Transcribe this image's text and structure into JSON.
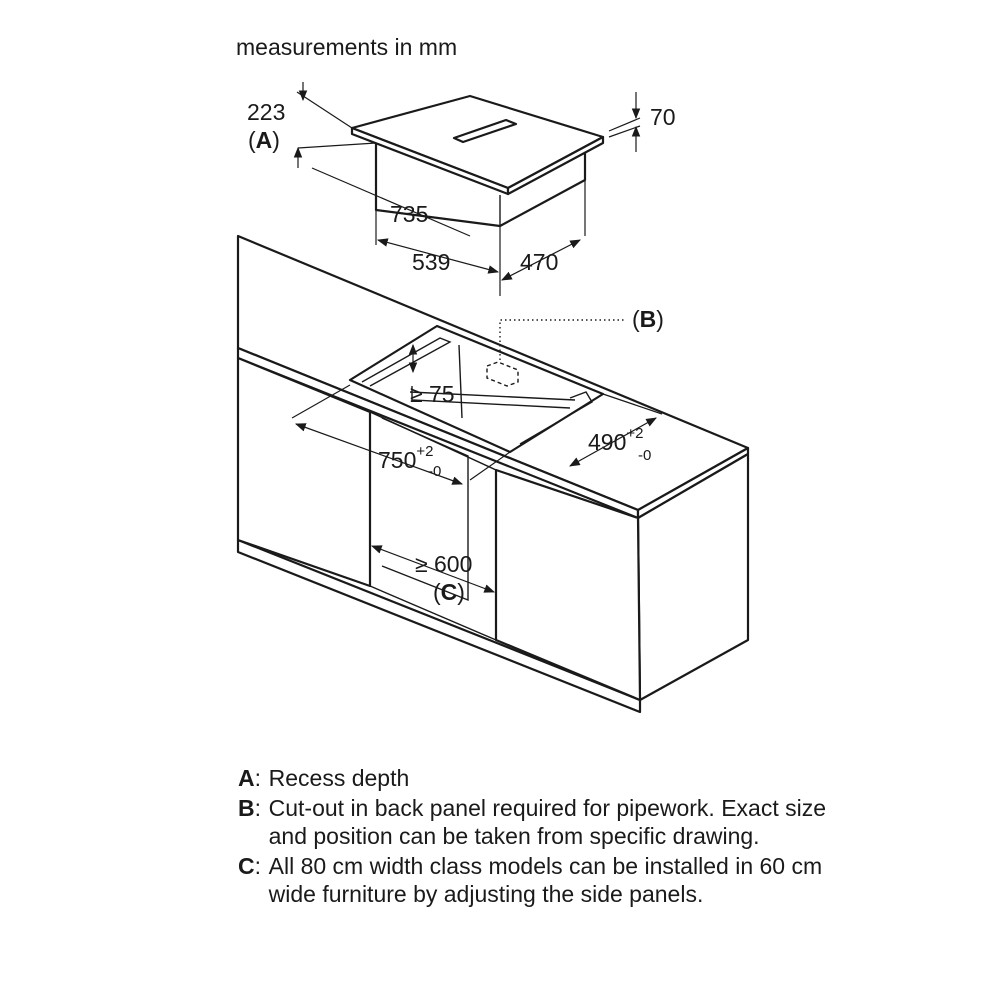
{
  "header": {
    "units_note": "measurements in mm"
  },
  "hob": {
    "dim_depth_recess": "223",
    "dim_depth_recess_ref": "A",
    "dim_thickness": "70",
    "dim_width": "735",
    "dim_body_width": "539",
    "dim_body_depth": "470"
  },
  "worktop": {
    "cutout_ref": "B",
    "dim_min_clearance": "≥ 75",
    "dim_cutout_width": "750",
    "dim_cutout_width_tol_plus": "+2",
    "dim_cutout_width_tol_minus": "-0",
    "dim_cutout_depth": "490",
    "dim_cutout_depth_tol_plus": "+2",
    "dim_cutout_depth_tol_minus": "-0",
    "dim_cabinet_width": "≥ 600",
    "dim_cabinet_width_ref": "C"
  },
  "legend": [
    {
      "key": "A",
      "text": "Recess depth"
    },
    {
      "key": "B",
      "text": "Cut-out in back panel required for pipework. Exact size and position can be taken from specific drawing."
    },
    {
      "key": "C",
      "text": "All 80 cm width class models can be installed in 60 cm wide furniture by adjusting the side panels."
    }
  ]
}
